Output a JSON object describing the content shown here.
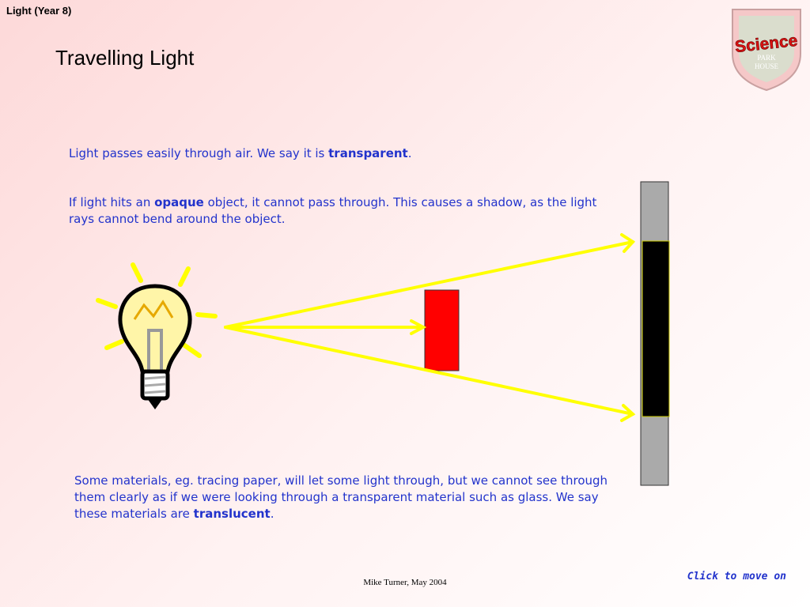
{
  "header": {
    "label": "Light (Year 8)"
  },
  "slide": {
    "title": "Travelling Light"
  },
  "badge": {
    "main": "Science",
    "sub1": "PARK",
    "sub2": "HOUSE"
  },
  "paragraphs": {
    "transparent": {
      "pre": "Light passes easily through air. We say it is ",
      "term": "transparent",
      "post": "."
    },
    "opaque": {
      "pre": "If light hits an ",
      "term": "opaque",
      "post": " object, it cannot pass through. This causes a shadow, as the light rays cannot bend around the object."
    },
    "translucent": {
      "pre": "Some materials, eg. tracing paper, will let some light through, but we cannot see through them clearly as if we were looking through a transparent material such as glass. We say these materials are ",
      "term": "translucent",
      "post": "."
    }
  },
  "footer": {
    "credit": "Mike Turner, May 2004",
    "next": "Click to move on"
  },
  "colors": {
    "ray": "#ffff00",
    "object": "#ff0000",
    "screen": "#aaaaaa",
    "shadow": "#000000",
    "text": "#2233cc"
  },
  "icons": {
    "bulb": "light-bulb-icon",
    "badge": "science-shield-icon"
  }
}
